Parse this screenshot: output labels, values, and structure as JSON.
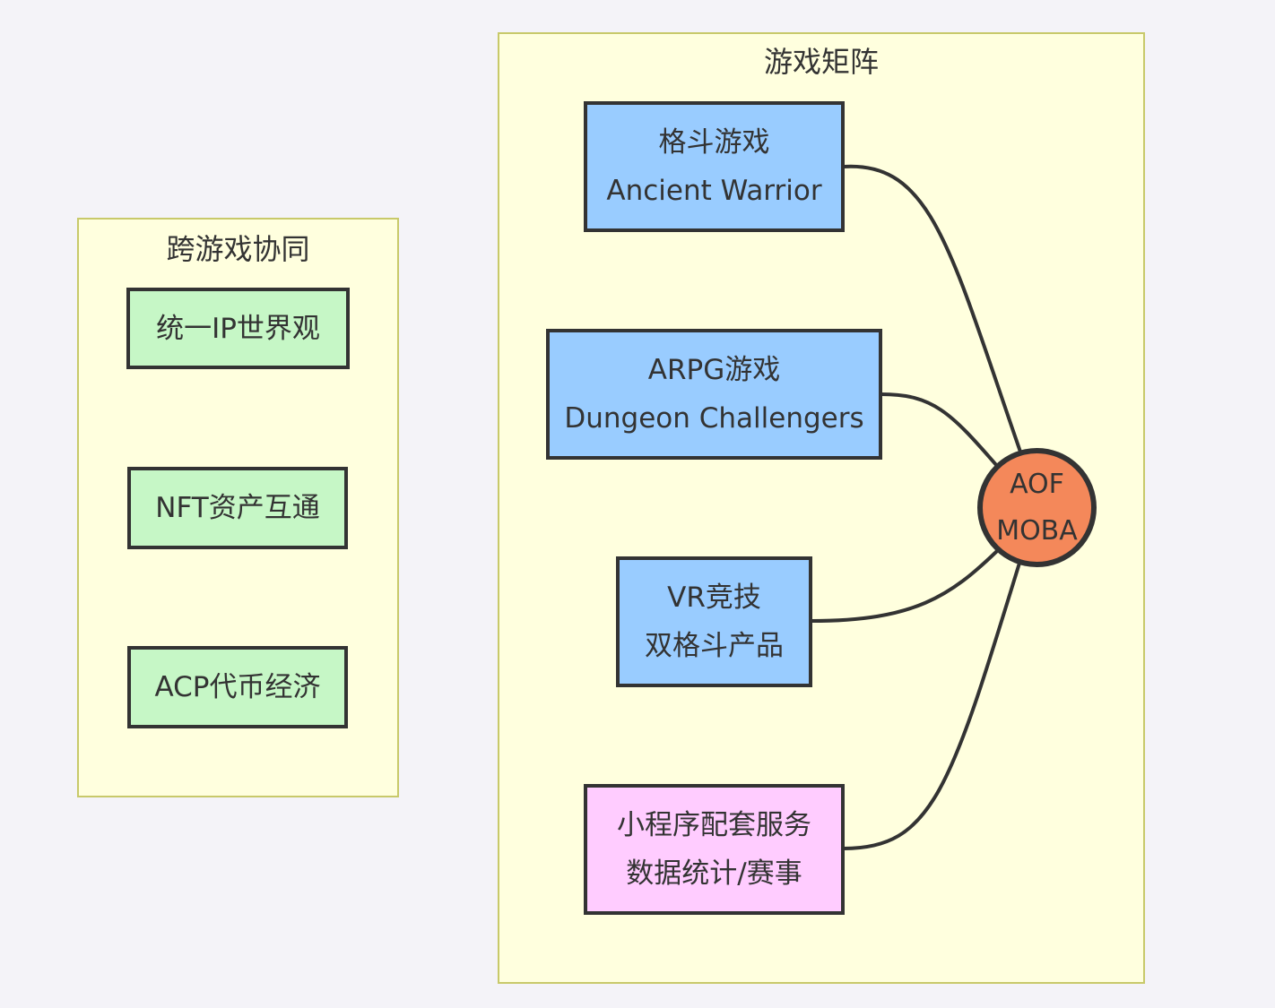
{
  "clusters": {
    "cross_game": {
      "title": "跨游戏协同",
      "nodes": [
        {
          "label": "统一IP世界观"
        },
        {
          "label": "NFT资产互通"
        },
        {
          "label": "ACP代币经济"
        }
      ]
    },
    "game_matrix": {
      "title": "游戏矩阵",
      "nodes": [
        {
          "line1": "格斗游戏",
          "line2": "Ancient Warrior"
        },
        {
          "line1": "ARPG游戏",
          "line2": "Dungeon Challengers"
        },
        {
          "line1": "VR竞技",
          "line2": "双格斗产品"
        },
        {
          "line1": "小程序配套服务",
          "line2": "数据统计/赛事"
        }
      ],
      "hub": {
        "line1": "AOF",
        "line2": "MOBA"
      }
    }
  },
  "edges": [
    {
      "from": "格斗游戏 Ancient Warrior",
      "to": "AOF MOBA"
    },
    {
      "from": "ARPG游戏 Dungeon Challengers",
      "to": "AOF MOBA"
    },
    {
      "from": "VR竞技 双格斗产品",
      "to": "AOF MOBA"
    },
    {
      "from": "小程序配套服务 数据统计/赛事",
      "to": "AOF MOBA"
    }
  ],
  "colors": {
    "cluster_fill": "#ffffde",
    "cluster_border": "#c8c96a",
    "green_node": "#c6f7c6",
    "blue_node": "#99ccff",
    "pink_node": "#ffccff",
    "hub_node": "#f4885a"
  }
}
